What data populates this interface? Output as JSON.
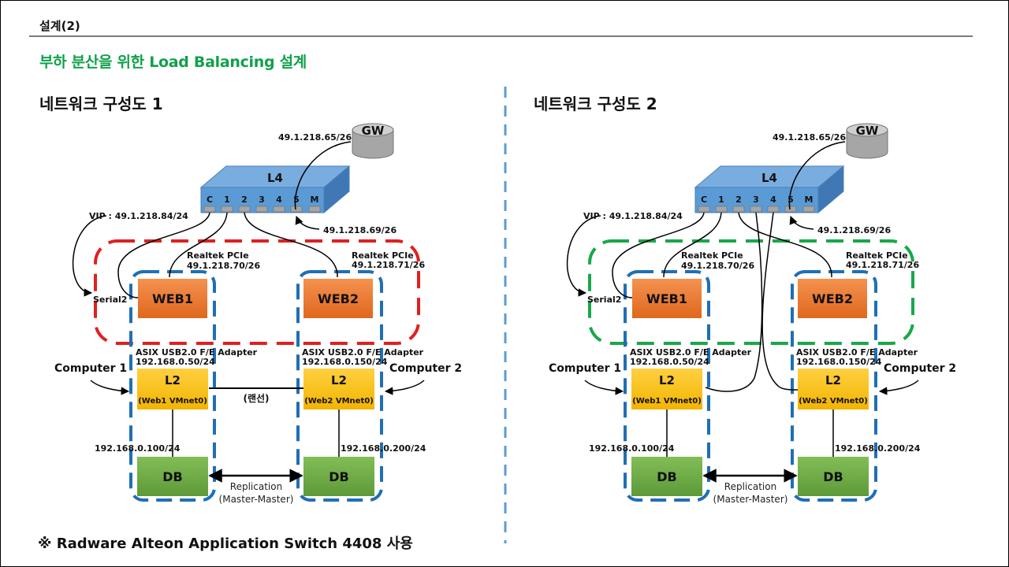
{
  "header": {
    "section_title": "설계(2)",
    "main_title": "부하 분산을 위한 Load Balancing 설계"
  },
  "colors": {
    "title_green": "#10a14b",
    "l4_blue": "#5b9bd5",
    "web_orange": "#ed7d31",
    "l2_yellow": "#ffc000",
    "db_green": "#70ad47",
    "cluster1_red": "#e02020",
    "cluster2_green": "#18a84a",
    "host_blue": "#1f6fb5",
    "divider_blue": "#5b9bd5"
  },
  "diagrams": [
    {
      "title": "네트워크 구성도 1",
      "gw_label": "GW",
      "gw_ip": "49.1.218.65/26",
      "l4_label": "L4",
      "l4_ports": [
        "C",
        "1",
        "2",
        "3",
        "4",
        "5",
        "M"
      ],
      "l4_ip": "49.1.218.69/26",
      "vip": "VIP : 49.1.218.84/24",
      "serial": "Serial2",
      "web1": {
        "label": "WEB1",
        "nic": "Realtek PCIe",
        "ip": "49.1.218.70/26"
      },
      "web2": {
        "label": "WEB2",
        "nic": "Realtek PCIe",
        "ip": "49.1.218.71/26"
      },
      "l2_1": {
        "label": "L2",
        "sub": "(Web1 VMnet0)",
        "nic": "ASIX USB2.0 F/E Adapter",
        "ip": "192.168.0.50/24"
      },
      "l2_2": {
        "label": "L2",
        "sub": "(Web2 VMnet0)",
        "nic": "ASIX USB2.0 F/E Adapter",
        "ip": "192.168.0.150/24"
      },
      "computer1": "Computer 1",
      "computer2": "Computer 2",
      "lan_label": "(랜선)",
      "db1": {
        "label": "DB",
        "ip": "192.168.0.100/24"
      },
      "db2": {
        "label": "DB",
        "ip": "192.168.0.200/24"
      },
      "replication": "Replication",
      "replication_mode": "(Master-Master)"
    },
    {
      "title": "네트워크 구성도 2",
      "gw_label": "GW",
      "gw_ip": "49.1.218.65/26",
      "l4_label": "L4",
      "l4_ports": [
        "C",
        "1",
        "2",
        "3",
        "4",
        "5",
        "M"
      ],
      "l4_ip": "49.1.218.69/26",
      "vip": "VIP : 49.1.218.84/24",
      "serial": "Serial2",
      "web1": {
        "label": "WEB1",
        "nic": "Realtek PCIe",
        "ip": "49.1.218.70/26"
      },
      "web2": {
        "label": "WEB2",
        "nic": "Realtek PCIe",
        "ip": "49.1.218.71/26"
      },
      "l2_1": {
        "label": "L2",
        "sub": "(Web1 VMnet0)",
        "nic": "ASIX USB2.0 F/E Adapter",
        "ip": "192.168.0.50/24"
      },
      "l2_2": {
        "label": "L2",
        "sub": "(Web2 VMnet0)",
        "nic": "ASIX USB2.0 F/E Adapter",
        "ip": "192.168.0.150/24"
      },
      "computer1": "Computer 1",
      "computer2": "Computer 2",
      "db1": {
        "label": "DB",
        "ip": "192.168.0.100/24"
      },
      "db2": {
        "label": "DB",
        "ip": "192.168.0.200/24"
      },
      "replication": "Replication",
      "replication_mode": "(Master-Master)"
    }
  ],
  "footnote": "※ Radware  Alteon Application Switch 4408 사용"
}
